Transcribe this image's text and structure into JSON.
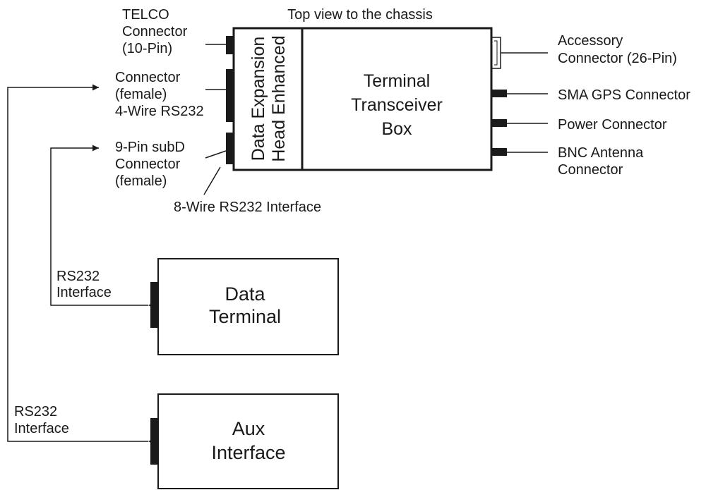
{
  "diagram": {
    "title": "Top view to the chassis",
    "colors": {
      "line": "#1a1a1a",
      "background": "#ffffff"
    },
    "chassis": {
      "expansion_line1": "Data Expansion",
      "expansion_line2": "Head Enhanced",
      "box_line1": "Terminal",
      "box_line2": "Transceiver",
      "box_line3": "Box"
    },
    "left_labels": {
      "telco": [
        "TELCO",
        "Connector",
        "(10-Pin)"
      ],
      "four_wire": [
        "Connector",
        "(female)",
        "4-Wire RS232"
      ],
      "ninepin": [
        "9-Pin subD",
        "Connector",
        "(female)"
      ],
      "eight_wire": "8-Wire RS232 Interface"
    },
    "right_labels": {
      "accessory": [
        "Accessory",
        "Connector (26-Pin)"
      ],
      "gps": "SMA GPS Connector",
      "power": "Power Connector",
      "bnc": [
        "BNC Antenna",
        "Connector"
      ]
    },
    "data_terminal": {
      "line1": "Data",
      "line2": "Terminal",
      "link": [
        "RS232",
        "Interface"
      ]
    },
    "aux_interface": {
      "line1": "Aux",
      "line2": "Interface",
      "link": [
        "RS232",
        "Interface"
      ]
    }
  }
}
